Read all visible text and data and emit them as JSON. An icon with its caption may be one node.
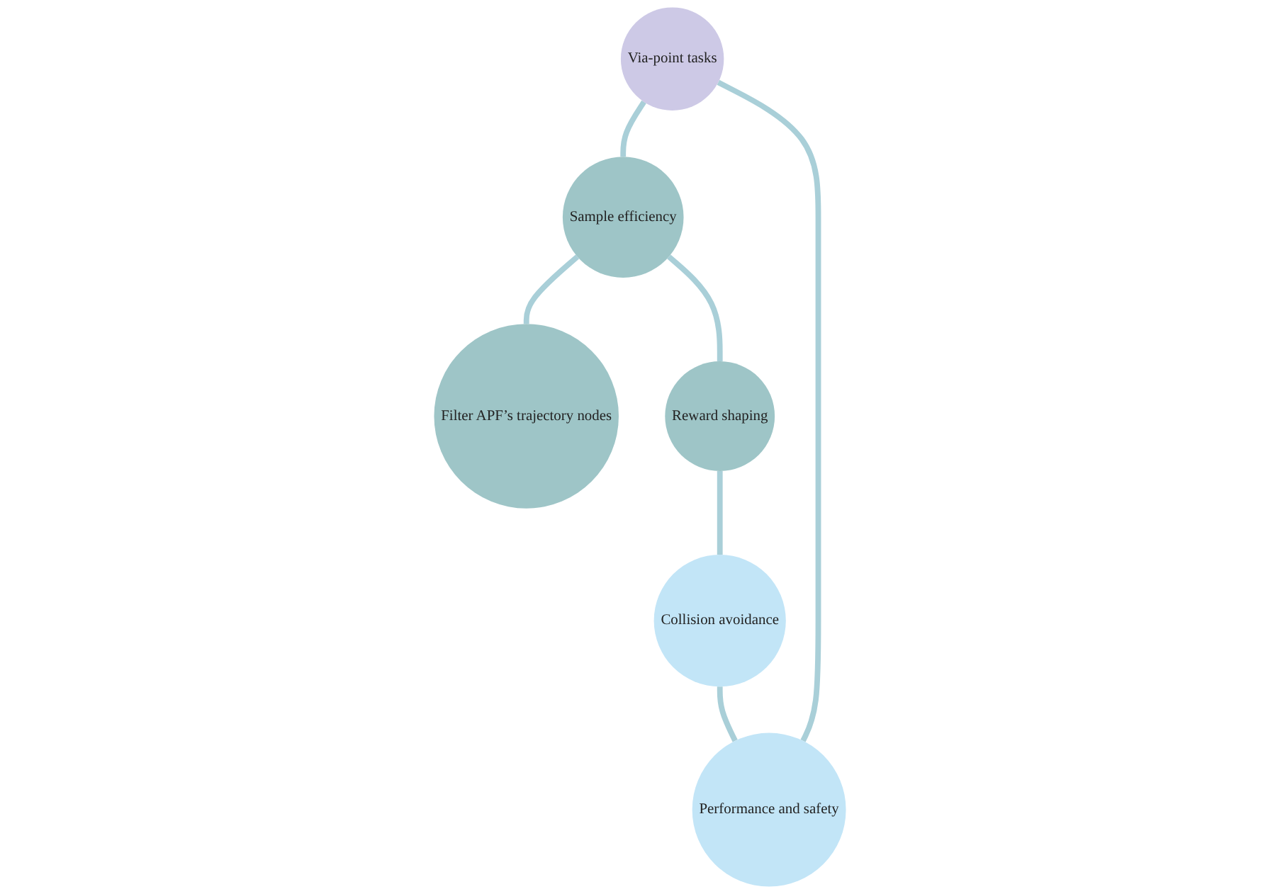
{
  "diagram": {
    "nodes": [
      {
        "text": [
          "Via-point tasks"
        ]
      },
      {
        "text": [
          "Filter APF’s trajectory nodes"
        ]
      },
      {
        "text": [
          "Sample efficiency"
        ]
      },
      {
        "text": [
          "Collision avoidance"
        ]
      },
      {
        "text": [
          "Performance and safety"
        ]
      },
      {
        "text": [
          "Reward shaping"
        ]
      }
    ],
    "edges": [
      {
        "from": 0,
        "to": 2,
        "arrow": "none"
      },
      {
        "from": 0,
        "to": 4,
        "arrow": "none"
      },
      {
        "from": 2,
        "to": 1,
        "arrow": "none"
      },
      {
        "from": 2,
        "to": 5,
        "arrow": "none"
      },
      {
        "from": 5,
        "to": 3,
        "arrow": "none"
      },
      {
        "from": 3,
        "to": 4,
        "arrow": "none"
      }
    ]
  }
}
